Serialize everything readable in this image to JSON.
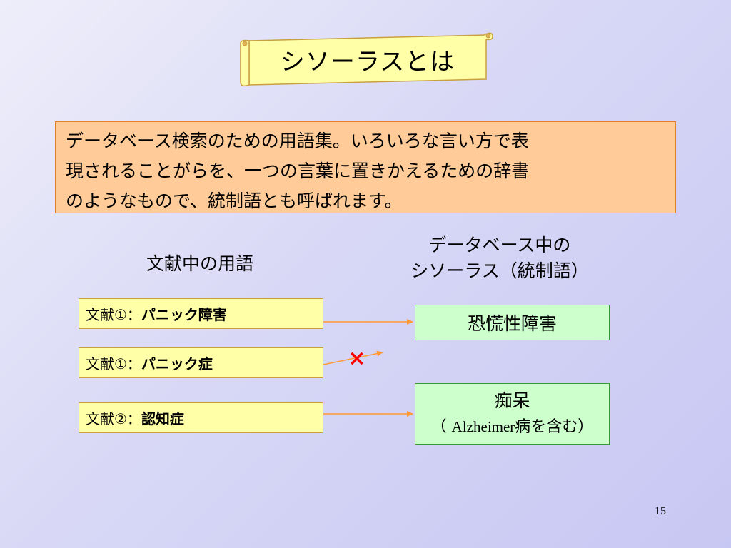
{
  "slide": {
    "title": "シソーラスとは",
    "definition_lines": [
      "データベース検索のための用語集。いろいろな言い方で表",
      "現されることがらを、一つの言葉に置きかえるための辞書",
      "のようなもので、統制語とも呼ばれます。"
    ],
    "left_heading": "文献中の用語",
    "right_heading_lines": [
      "データベース中の",
      "シソーラス（統制語）"
    ],
    "documents": [
      {
        "prefix": "文献①：",
        "term": "パニック障害"
      },
      {
        "prefix": "文献①：",
        "term": "パニック症"
      },
      {
        "prefix": "文献②：",
        "term": "認知症"
      }
    ],
    "thesaurus": [
      {
        "label": "恐慌性障害"
      },
      {
        "label": "痴呆",
        "note_open": "（ ",
        "note_latin": "Alzheimer",
        "note_rest": "病を含む）"
      }
    ],
    "no_match_mark": "×",
    "page_number": "15"
  },
  "colors": {
    "definition_bg": "#ffcc99",
    "document_bg": "#ffffa8",
    "thesaurus_bg": "#ccffcc",
    "scroll_bg": "#ffffa8",
    "arrow": "#ff9933",
    "cross": "#ff0000"
  }
}
